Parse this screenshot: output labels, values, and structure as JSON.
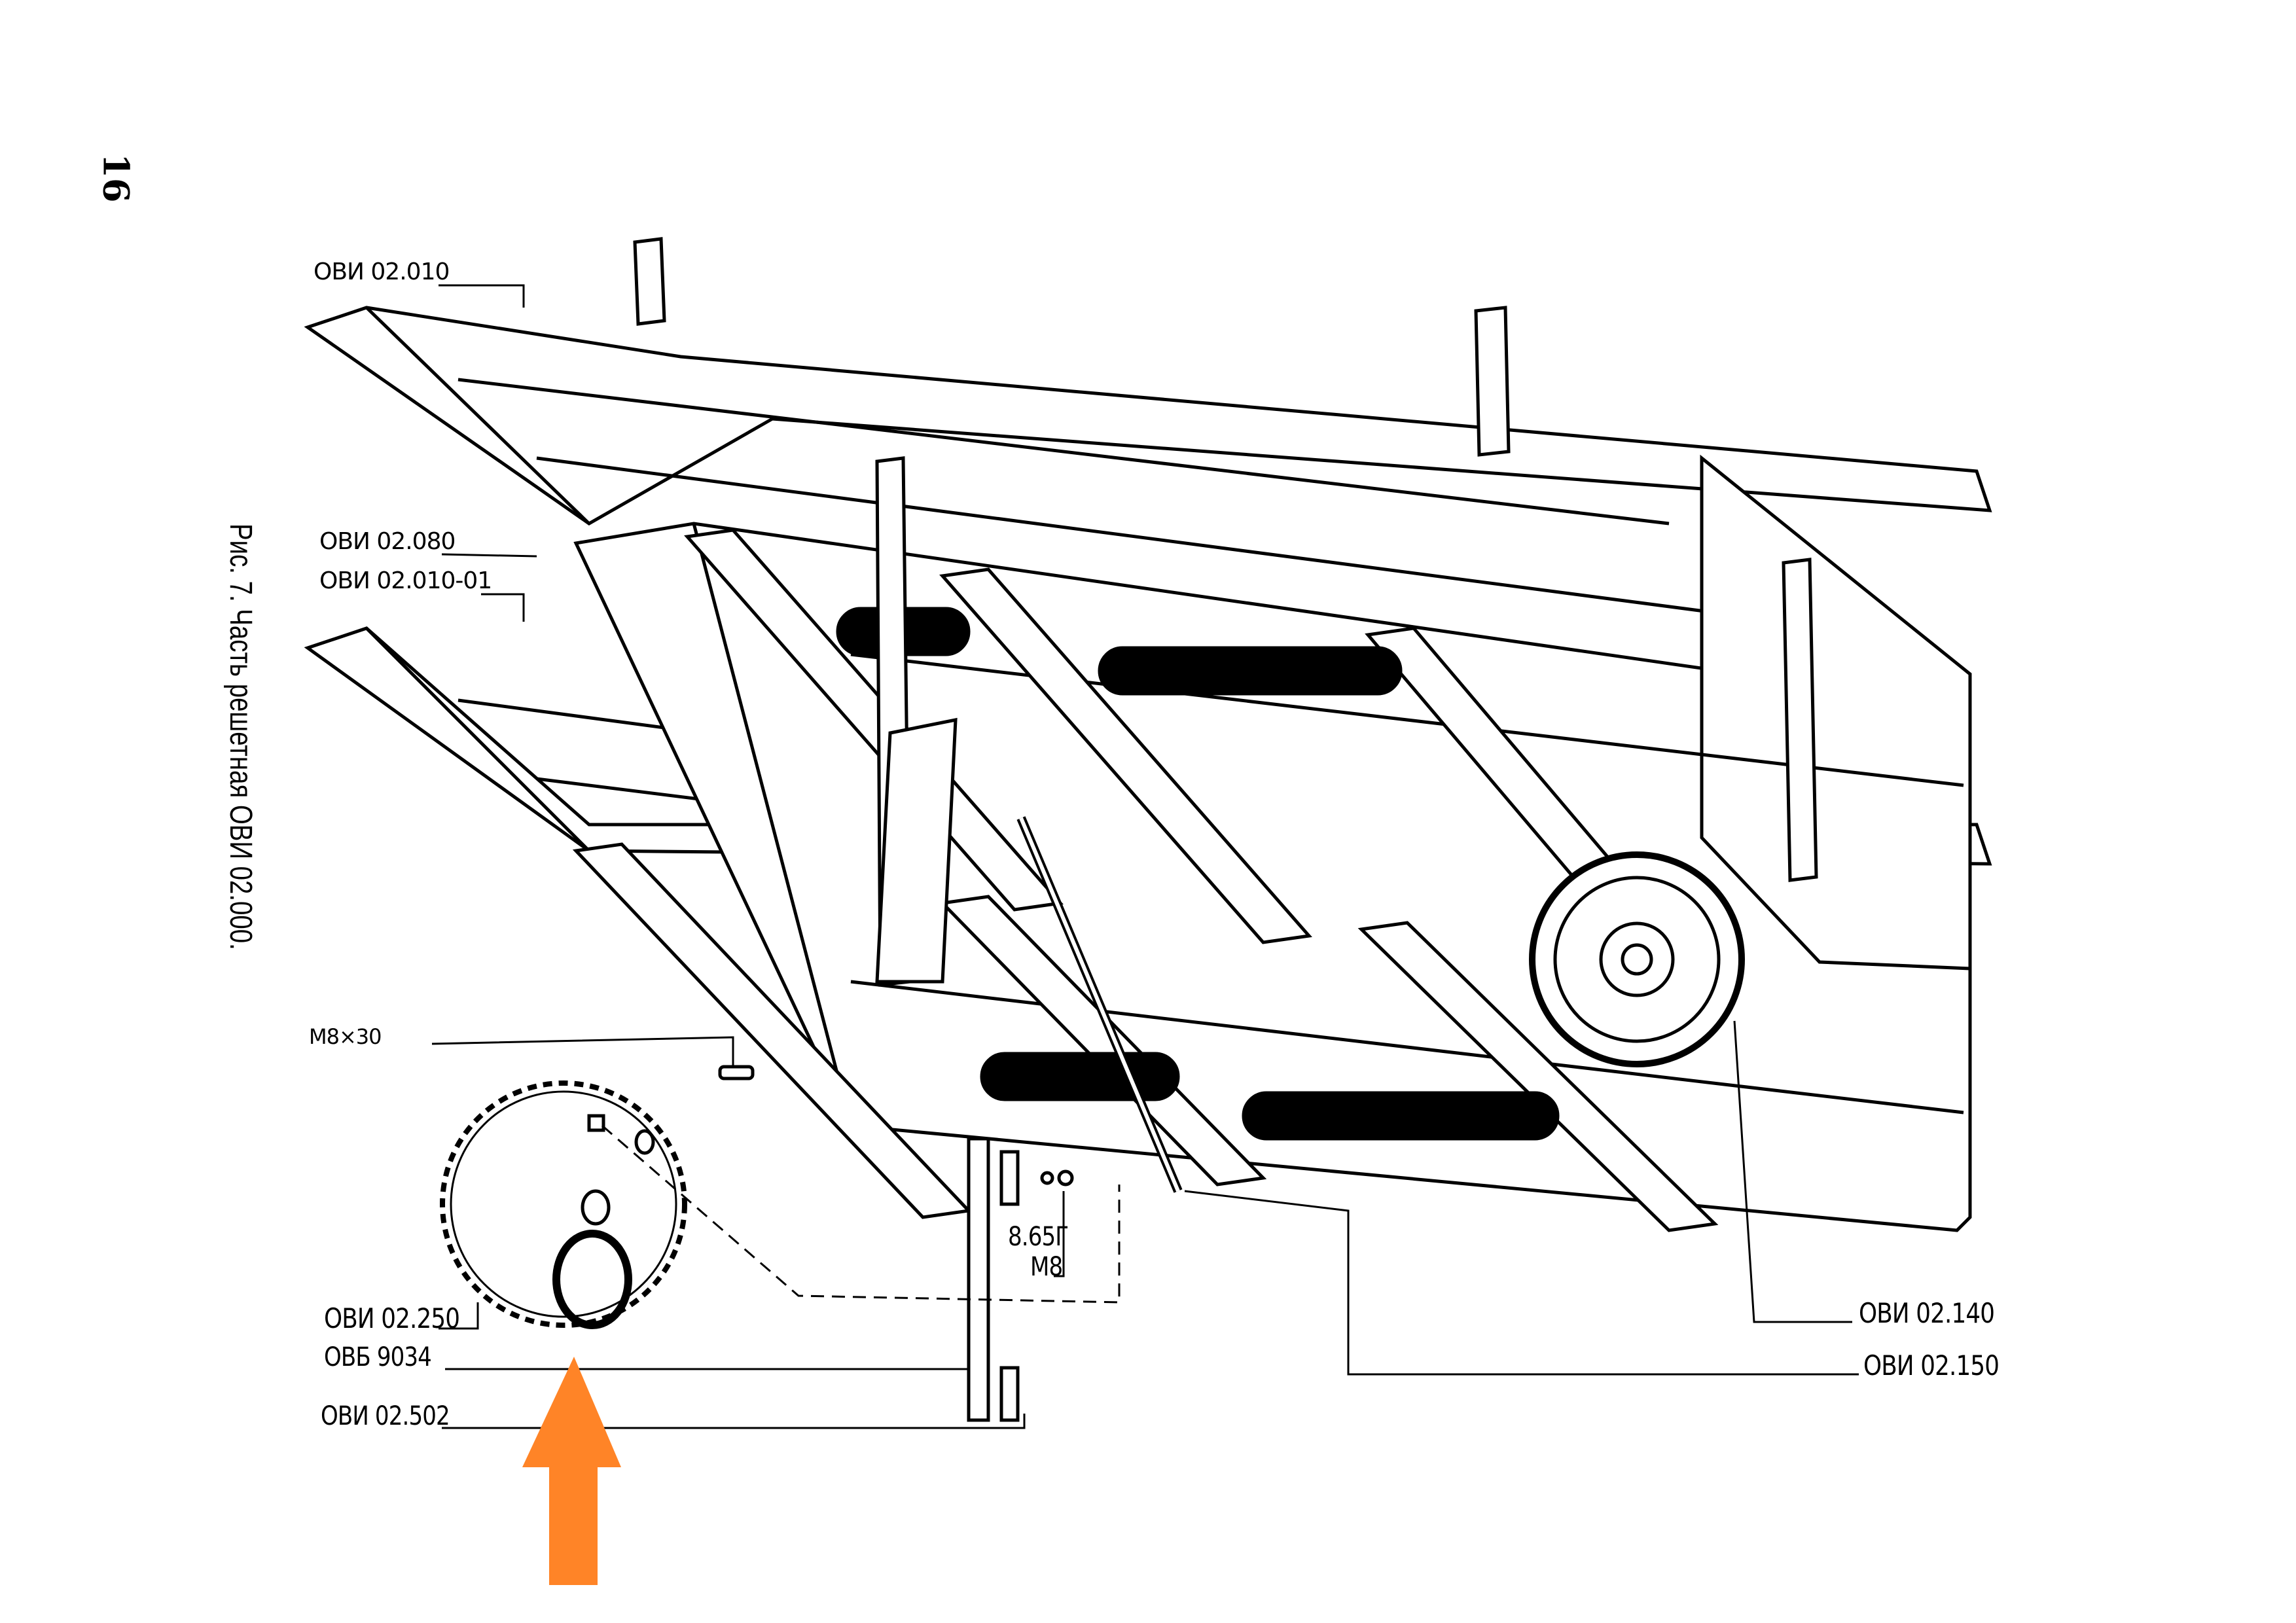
{
  "page_number": "16",
  "caption": "Рис. 7. Часть решетная ОВИ 02.000.",
  "labels": {
    "ovi_02_010": "ОВИ 02.010",
    "ovi_02_080": "ОВИ 02.080",
    "ovi_02_010_01": "ОВИ 02.010-01",
    "m8x30": "М8×30",
    "ovi_02_250": "ОВИ 02.250",
    "ovb_9034": "ОВБ 9034",
    "ovi_02_502": "ОВИ 02.502",
    "washer_865g": "8.65Г",
    "nut_m8": "М8",
    "ovi_02_140": "ОВИ 02.140",
    "ovi_02_150": "ОВИ 02.150"
  },
  "annotation": {
    "icon": "arrow-up-icon",
    "color": "#FF8427",
    "points_to": "ОВБ 9034"
  }
}
